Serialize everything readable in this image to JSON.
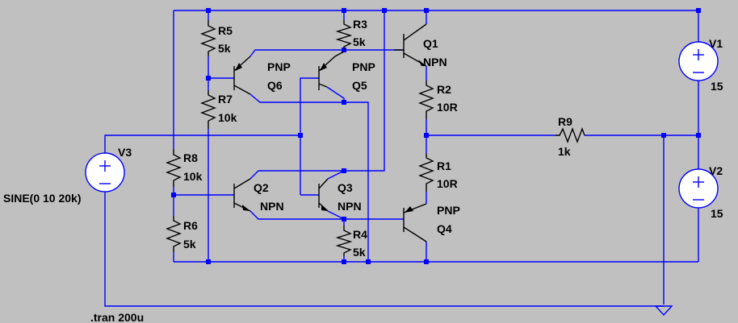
{
  "components": {
    "R5": {
      "name": "R5",
      "value": "5k"
    },
    "R3": {
      "name": "R3",
      "value": "5k"
    },
    "R7": {
      "name": "R7",
      "value": "10k"
    },
    "R2": {
      "name": "R2",
      "value": "10R"
    },
    "R9": {
      "name": "R9",
      "value": "1k"
    },
    "R1": {
      "name": "R1",
      "value": "10R"
    },
    "R8": {
      "name": "R8",
      "value": "10k"
    },
    "R6": {
      "name": "R6",
      "value": "5k"
    },
    "R4": {
      "name": "R4",
      "value": "5k"
    },
    "Q1": {
      "name": "Q1",
      "type": "NPN"
    },
    "Q2": {
      "name": "Q2",
      "type": "NPN"
    },
    "Q3": {
      "name": "Q3",
      "type": "NPN"
    },
    "Q4": {
      "name": "Q4",
      "type": "PNP"
    },
    "Q5": {
      "name": "Q5",
      "type": "PNP"
    },
    "Q6": {
      "name": "Q6",
      "type": "PNP"
    },
    "V1": {
      "name": "V1",
      "value": "15"
    },
    "V2": {
      "name": "V2",
      "value": "15"
    },
    "V3": {
      "name": "V3",
      "value": "SINE(0 10 20k)"
    }
  },
  "directive": ".tran 200u",
  "colors": {
    "background": "#c0c0c0",
    "wire": "#0000ff",
    "component": "#000000",
    "source_fill": "#ffffff"
  }
}
